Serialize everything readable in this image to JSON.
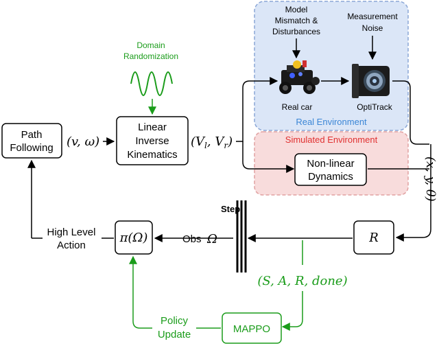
{
  "colors": {
    "real_env_fill": "#dbe6f7",
    "real_env_stroke": "#8aa6d6",
    "sim_env_fill": "#f8dcdc",
    "sim_env_stroke": "#e0a0a0",
    "green": "#1a9c1a",
    "blue_text": "#3b86d6",
    "red_text": "#e03030"
  },
  "real_env": {
    "label": "Real Environment",
    "model_mismatch": [
      "Model",
      "Mismatch &",
      "Disturbances"
    ],
    "measurement_noise": [
      "Measurement",
      "Noise"
    ],
    "real_car_label": "Real car",
    "optitrack_label": "OptiTrack",
    "car_icon": "robot-car-icon",
    "camera_icon": "motion-capture-camera-icon"
  },
  "sim_env": {
    "label": "Simulated Environment",
    "dynamics": [
      "Non-linear",
      "Dynamics"
    ]
  },
  "domain_randomization": [
    "Domain",
    "Randomization"
  ],
  "blocks": {
    "path_following": [
      "Path",
      "Following"
    ],
    "linear_inverse_kinematics": [
      "Linear",
      "Inverse",
      "Kinematics"
    ],
    "reward": "R",
    "policy": "π(Ω)",
    "mappo": "MAPPO"
  },
  "signals": {
    "v_omega": "(v, ω)",
    "v_l_v_r_open": "(V",
    "v_l_sub": "l",
    "v_l_v_r_mid": ", V",
    "v_r_sub": "r",
    "v_l_v_r_close": ")",
    "xy_theta": "(x, y, θ)",
    "obs_label": "Obs",
    "obs_symbol": "Ω",
    "step_label": "Step",
    "transition": "(S, A, R, done)",
    "high_level_action": [
      "High Level",
      "Action"
    ],
    "policy_update": [
      "Policy",
      "Update"
    ]
  }
}
